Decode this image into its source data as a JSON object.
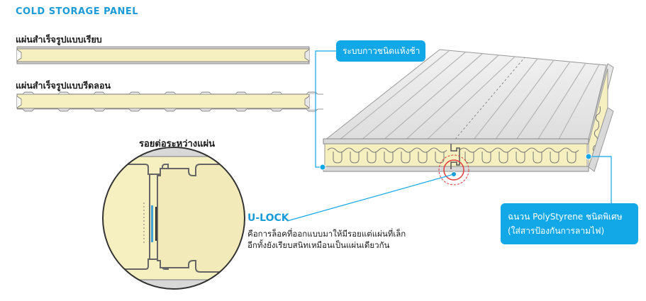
{
  "title": "COLD STORAGE PANEL",
  "panels": {
    "flat_label": "แผ่นสำเร็จรูปแบบเรียบ",
    "ribbed_label": "แผ่นสำเร็จรูปแบบรีดลอน"
  },
  "joint": {
    "label": "รอยต่อระหว่างแผ่น"
  },
  "callouts": {
    "adhesive": "ระบบกาวชนิดแห้งช้า",
    "insulation_line1": "ฉนวน PolyStyrene ชนิดพิเศษ",
    "insulation_line2": "(ใส่สารป้องกันการลามไฟ)"
  },
  "ulock": {
    "title": "U-LOCK",
    "desc_line1": "คือการล็อคที่ออกแบบมาให้มีรอยแต่แผ่นที่เล็ก",
    "desc_line2": "อีกทั้งยังเรียบสนิทเหมือนเป็นแผ่นเดียวกัน"
  },
  "colors": {
    "accent_blue": "#1b9bd7",
    "callout_blue": "#12a7e6",
    "core_cream": "#f6efc0",
    "skin_grey": "#c8c8c8",
    "outline": "#555555"
  }
}
